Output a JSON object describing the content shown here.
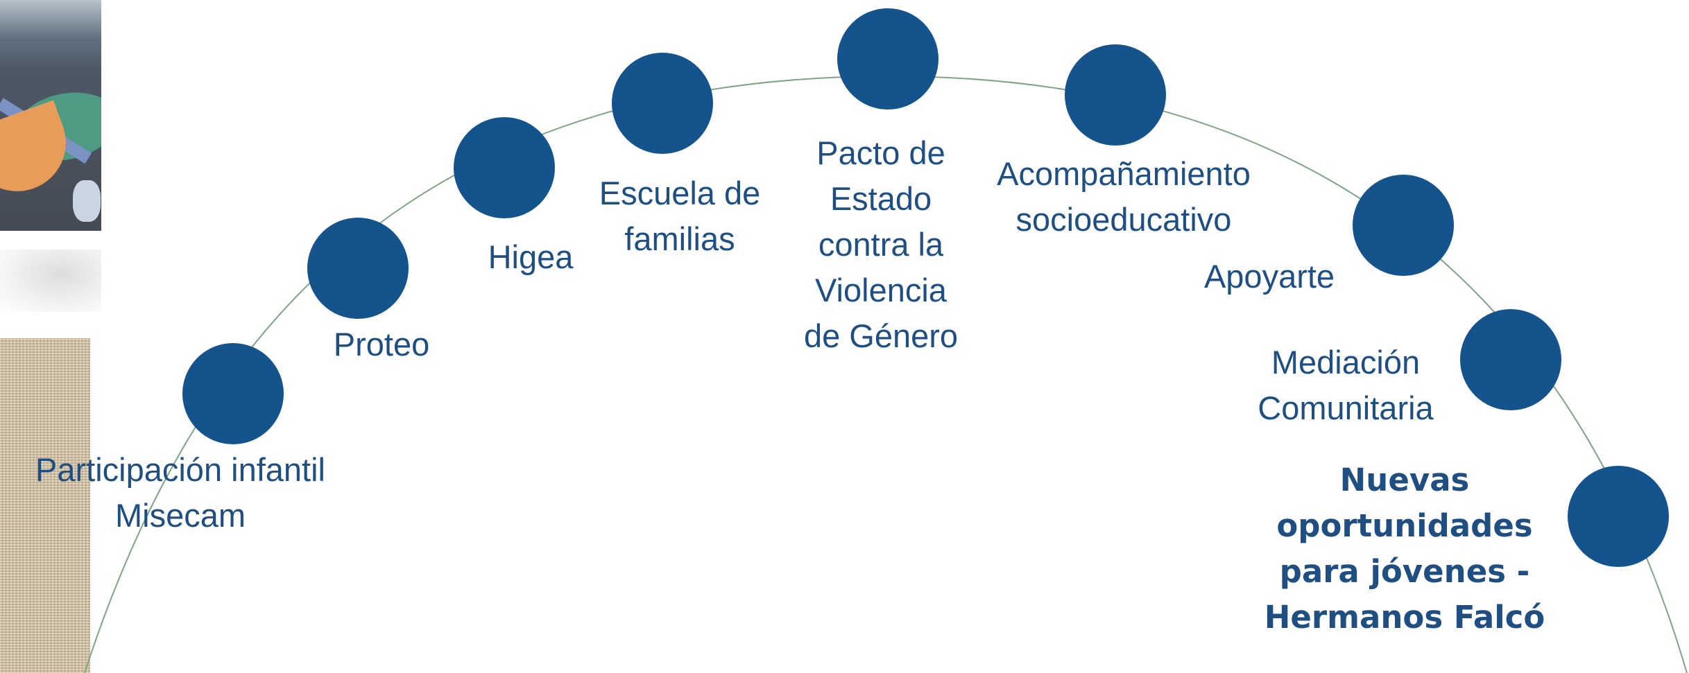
{
  "diagram": {
    "arc_color": "#7fa383",
    "node_color": "#14538c",
    "label_color": "#1f4f82",
    "nodes": [
      {
        "label": "Participación infantil\nMisecam"
      },
      {
        "label": "Proteo"
      },
      {
        "label": "Higea"
      },
      {
        "label": "Escuela de\nfamilias"
      },
      {
        "label": "Pacto de\nEstado\ncontra la\nViolencia\nde Género"
      },
      {
        "label": "Acompañamiento\nsocioeducativo"
      },
      {
        "label": "Apoyarte"
      },
      {
        "label": "Mediación\nComunitaria"
      },
      {
        "label": "Nuevas\noportunidades\npara jóvenes -\nHermanos Falcó"
      }
    ]
  }
}
